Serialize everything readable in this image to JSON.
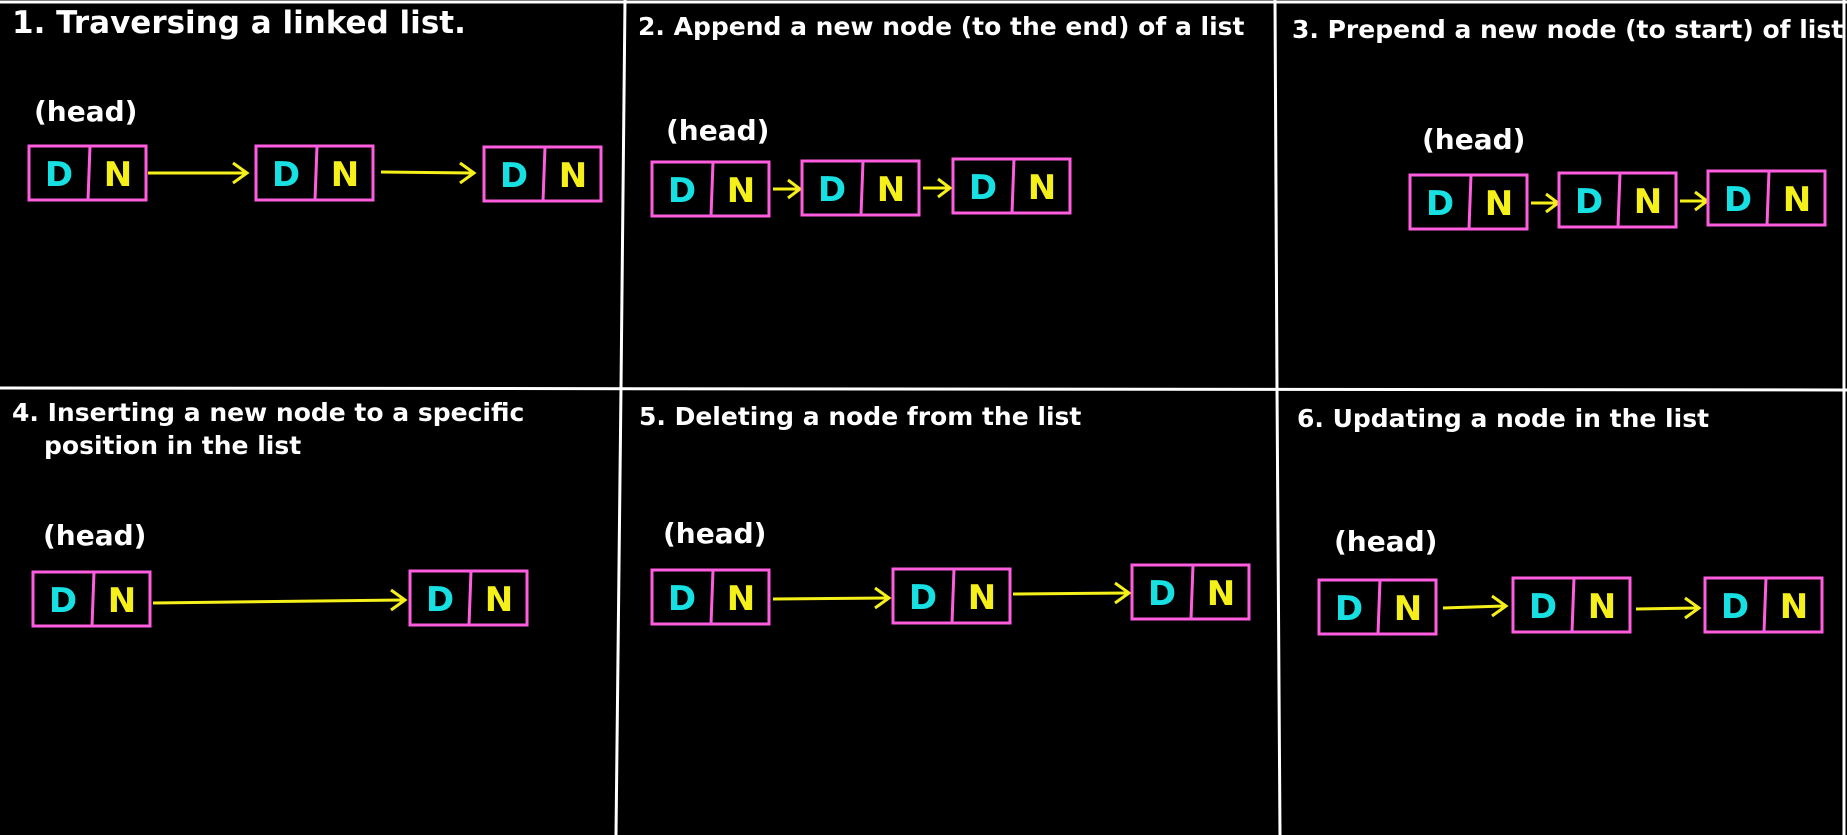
{
  "colors": {
    "background": "#000000",
    "divider": "#ffffff",
    "title": "#ffffff",
    "node_border": "#ff5de0",
    "data_letter": "#17e0e3",
    "next_letter": "#f5ef1a",
    "arrow": "#f5ef1a"
  },
  "node_labels": {
    "data": "D",
    "next": "N"
  },
  "head_label": "(head)",
  "panels": [
    {
      "title_lines": [
        "1. Traversing a linked list."
      ],
      "node_count": 3
    },
    {
      "title_lines": [
        "2. Append a new node (to the end) of a list"
      ],
      "node_count": 3
    },
    {
      "title_lines": [
        "3. Prepend a new node (to start) of list"
      ],
      "node_count": 3
    },
    {
      "title_lines": [
        "4. Inserting a new node to a specific",
        "position in the list"
      ],
      "node_count": 2
    },
    {
      "title_lines": [
        "5. Deleting a node from the list"
      ],
      "node_count": 3
    },
    {
      "title_lines": [
        "6. Updating a node in the list"
      ],
      "node_count": 3
    }
  ]
}
